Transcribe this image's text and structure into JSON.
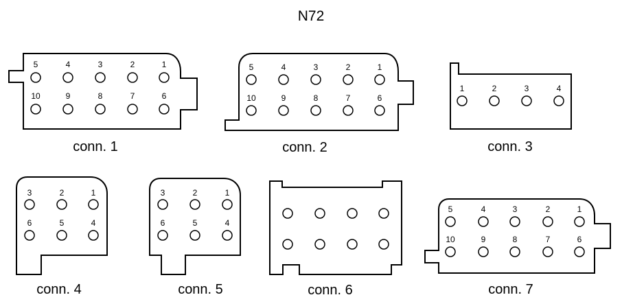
{
  "title": "N72",
  "connectors": [
    {
      "label": "conn. 1",
      "pins": [
        "5",
        "4",
        "3",
        "2",
        "1",
        "10",
        "9",
        "8",
        "7",
        "6"
      ]
    },
    {
      "label": "conn. 2",
      "pins": [
        "5",
        "4",
        "3",
        "2",
        "1",
        "10",
        "9",
        "8",
        "7",
        "6"
      ]
    },
    {
      "label": "conn. 3",
      "pins": [
        "1",
        "2",
        "3",
        "4"
      ]
    },
    {
      "label": "conn. 4",
      "pins": [
        "3",
        "2",
        "1",
        "6",
        "5",
        "4"
      ]
    },
    {
      "label": "conn. 5",
      "pins": [
        "3",
        "2",
        "1",
        "6",
        "5",
        "4"
      ]
    },
    {
      "label": "conn. 6",
      "pins": [
        "",
        "",
        "",
        "",
        "",
        "",
        "",
        ""
      ]
    },
    {
      "label": "conn. 7",
      "pins": [
        "5",
        "4",
        "3",
        "2",
        "1",
        "10",
        "9",
        "8",
        "7",
        "6"
      ]
    }
  ],
  "colors": {
    "stroke": "#000000",
    "background": "#ffffff"
  }
}
